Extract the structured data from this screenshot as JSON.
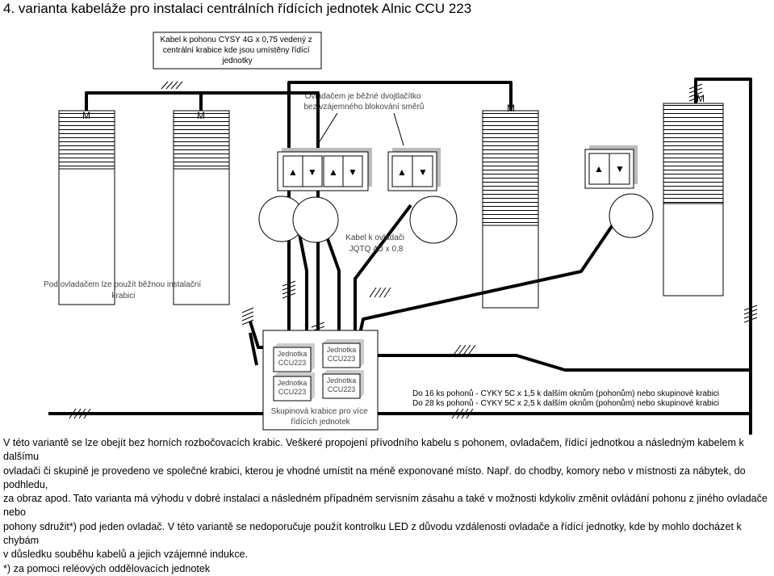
{
  "title": "4. varianta kabeláže pro instalaci centrálních řídících jednotek Alnic CCU 223",
  "motor_label": "M",
  "callouts": {
    "power_cable": [
      "Kabel k pohonu CYSY 4G x 0,75 vedený z",
      "centrální  krabice  kde jsou umístěny řídící",
      "jednotky"
    ],
    "switch_note": [
      "Ovladačem je běžné dvojtlačítko",
      "bez vzájemného blokování směrů"
    ],
    "control_cable": [
      "Kabel k ovladači",
      "JQTQ 4D x 0,8"
    ],
    "box_note": [
      "Pod ovladačem lze použít běžnou instalační",
      "krabici"
    ]
  },
  "units": {
    "u1": [
      "Jednotka",
      "CCU223"
    ],
    "u2": [
      "Jednotka",
      "CCU223"
    ],
    "u3": [
      "Jednotka",
      "CCU223"
    ],
    "u4": [
      "Jednotka",
      "CCU223"
    ]
  },
  "group_box_label": [
    "Skupinová krabice pro více",
    "řídících jednotek"
  ],
  "supply_notes": [
    "Do 16 ks pohonů - CYKY 5C x 1,5 k dalším oknům (pohonům) nebo skupinové krabici",
    "Do 28 ks pohonů - CYKY 5C x 2,5 k dalším oknům (pohonům) nebo skupinové krabici"
  ],
  "switch_glyphs": {
    "up": "▲",
    "down": "▼"
  },
  "footer": [
    "V této variantě se lze obejít bez horních rozbočovacích krabic. Veškeré propojení přívodního kabelu s pohonem, ovladačem, řídící jednotkou a následným kabelem k dalšímu",
    "ovladači či skupině je provedeno ve společné krabici, kterou je vhodné umístit na méně exponované místo. Např. do chodby, komory nebo v místnosti za nábytek, do podhledu,",
    "za obraz apod. Tato varianta má výhodu v dobré instalaci a následném případném servisním zásahu a také v možnosti kdykoliv změnit ovládání pohonu z jiného ovladače nebo",
    "pohony sdružit*) pod jeden ovladač. V této variantě se nedoporučuje použít kontrolku LED z důvodu vzdálenosti ovladače a řídící jednotky, kde by mohlo docházet k chybám",
    "v důsledku souběhu kabelů a jejich vzájemné indukce.",
    "*) za pomoci reléových oddělovacích jednotek"
  ]
}
